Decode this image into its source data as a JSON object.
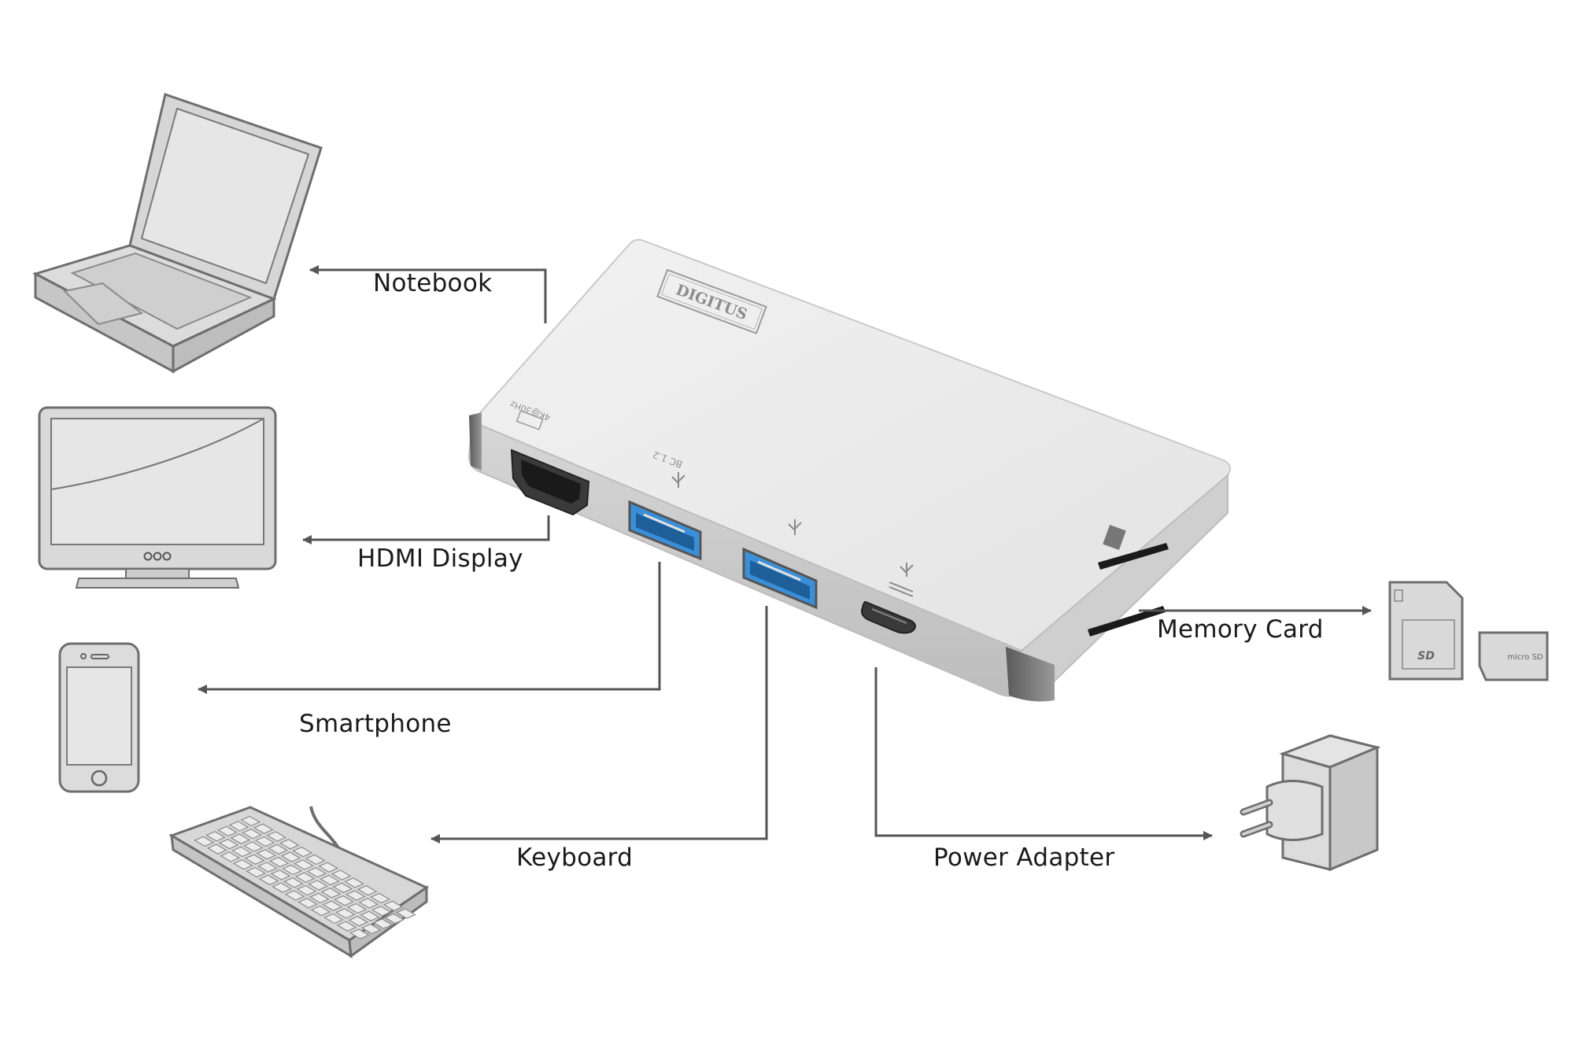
{
  "diagram": {
    "labels": {
      "notebook": "Notebook",
      "hdmi_display": "HDMI Display",
      "smartphone": "Smartphone",
      "keyboard": "Keyboard",
      "power_adapter": "Power Adapter",
      "memory_card": "Memory Card"
    },
    "hub": {
      "brand": "DIGITUS",
      "hdmi_port_label": "4K@30Hz",
      "usb_bc_label": "BC 1.2"
    },
    "cards": {
      "sd_label": "SD",
      "micro_sd_label": "micro SD"
    },
    "colors": {
      "line": "#555555",
      "usb_blue": "#3a8fd8",
      "device_fill": "#d9d9d9",
      "device_stroke": "#707070",
      "hub_body": "#ececec"
    }
  }
}
